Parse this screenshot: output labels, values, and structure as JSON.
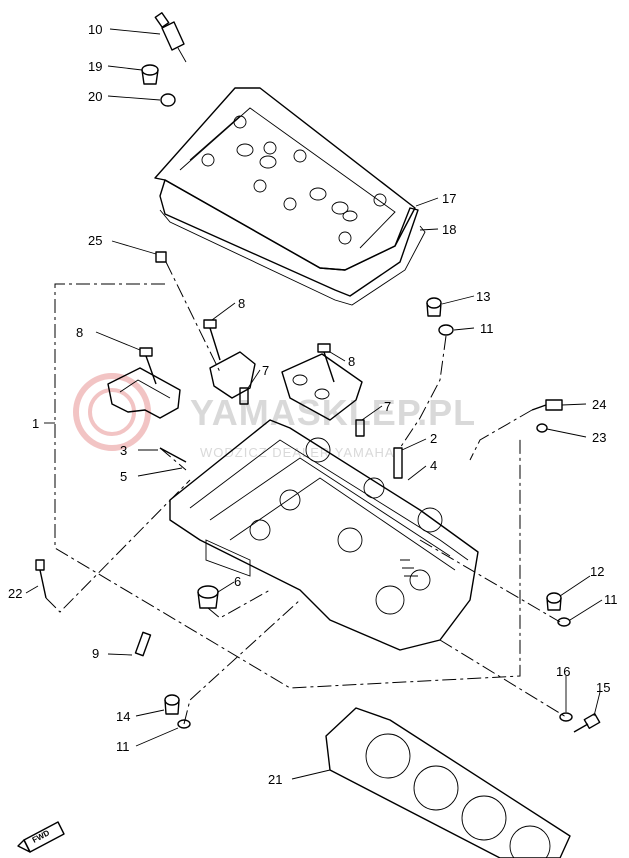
{
  "watermark": {
    "brand": "YAMASKLEP.PL",
    "subtitle": "WODZICZ DEALER YAMAHA"
  },
  "fwd_label": "FWD",
  "callouts": [
    "10",
    "19",
    "20",
    "17",
    "18",
    "25",
    "13",
    "11",
    "8",
    "8",
    "8",
    "1",
    "7",
    "7",
    "24",
    "23",
    "2",
    "3",
    "4",
    "5",
    "22",
    "6",
    "12",
    "11",
    "9",
    "16",
    "15",
    "14",
    "11",
    "21"
  ],
  "colors": {
    "line": "#000000",
    "watermark": "#d9d9d9",
    "watermark_logo": "#f2c4c4"
  }
}
